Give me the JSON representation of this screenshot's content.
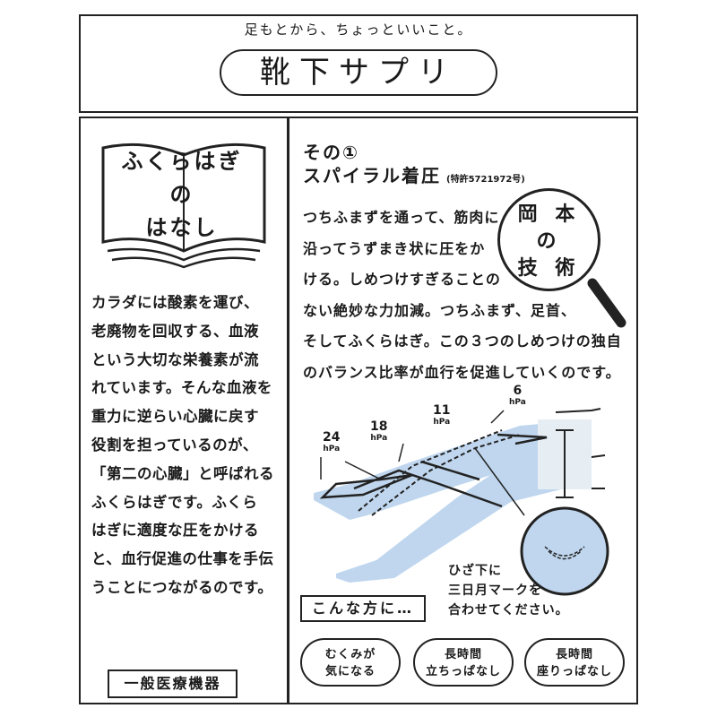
{
  "header": {
    "tagline": "足もとから、ちょっといいこと。",
    "logo": "靴下サプリ"
  },
  "left": {
    "book_title": [
      "ふくらはぎ",
      "の",
      "はなし"
    ],
    "paragraph": [
      "カラダには酸素を運び、",
      "老廃物を回収する、血液",
      "という大切な栄養素が流",
      "れています。そんな血液を",
      "重力に逆らい心臓に戻す",
      "役割を担っているのが、",
      "「第二の心臓」と呼ばれる",
      "ふくらはぎです。ふくら",
      "はぎに適度な圧をかける",
      "と、血行促進の仕事を手伝",
      "うことにつながるのです。"
    ],
    "badge": "一般医療機器"
  },
  "right": {
    "heading_1": "その①",
    "heading_2": "スパイラル着圧",
    "patent": "(特許5721972号)",
    "paragraph": [
      "つちふまずを通って、筋肉に",
      "沿ってうずまき状に圧をか",
      "ける。しめつけすぎることの",
      "ない絶妙な力加減。つちふまず、足首、",
      "そしてふくらはぎ。この３つのしめつけの独自",
      "のバランス比率が血行を促進していくのです。"
    ],
    "lens": [
      "岡 本",
      "の",
      "技 術"
    ],
    "pressures": [
      {
        "value": "24",
        "unit": "hPa"
      },
      {
        "value": "18",
        "unit": "hPa"
      },
      {
        "value": "11",
        "unit": "hPa"
      },
      {
        "value": "6",
        "unit": "hPa"
      }
    ],
    "knee_note": [
      "ひざ下に",
      "三日月マークを",
      "合わせてください。"
    ],
    "who_label": "こんな方に…",
    "targets": [
      [
        "むくみが",
        "気になる"
      ],
      [
        "長時間",
        "立ちっぱなし"
      ],
      [
        "長時間",
        "座りっぱなし"
      ]
    ]
  },
  "colors": {
    "sock": "#bfd6ee",
    "line": "#222222"
  }
}
